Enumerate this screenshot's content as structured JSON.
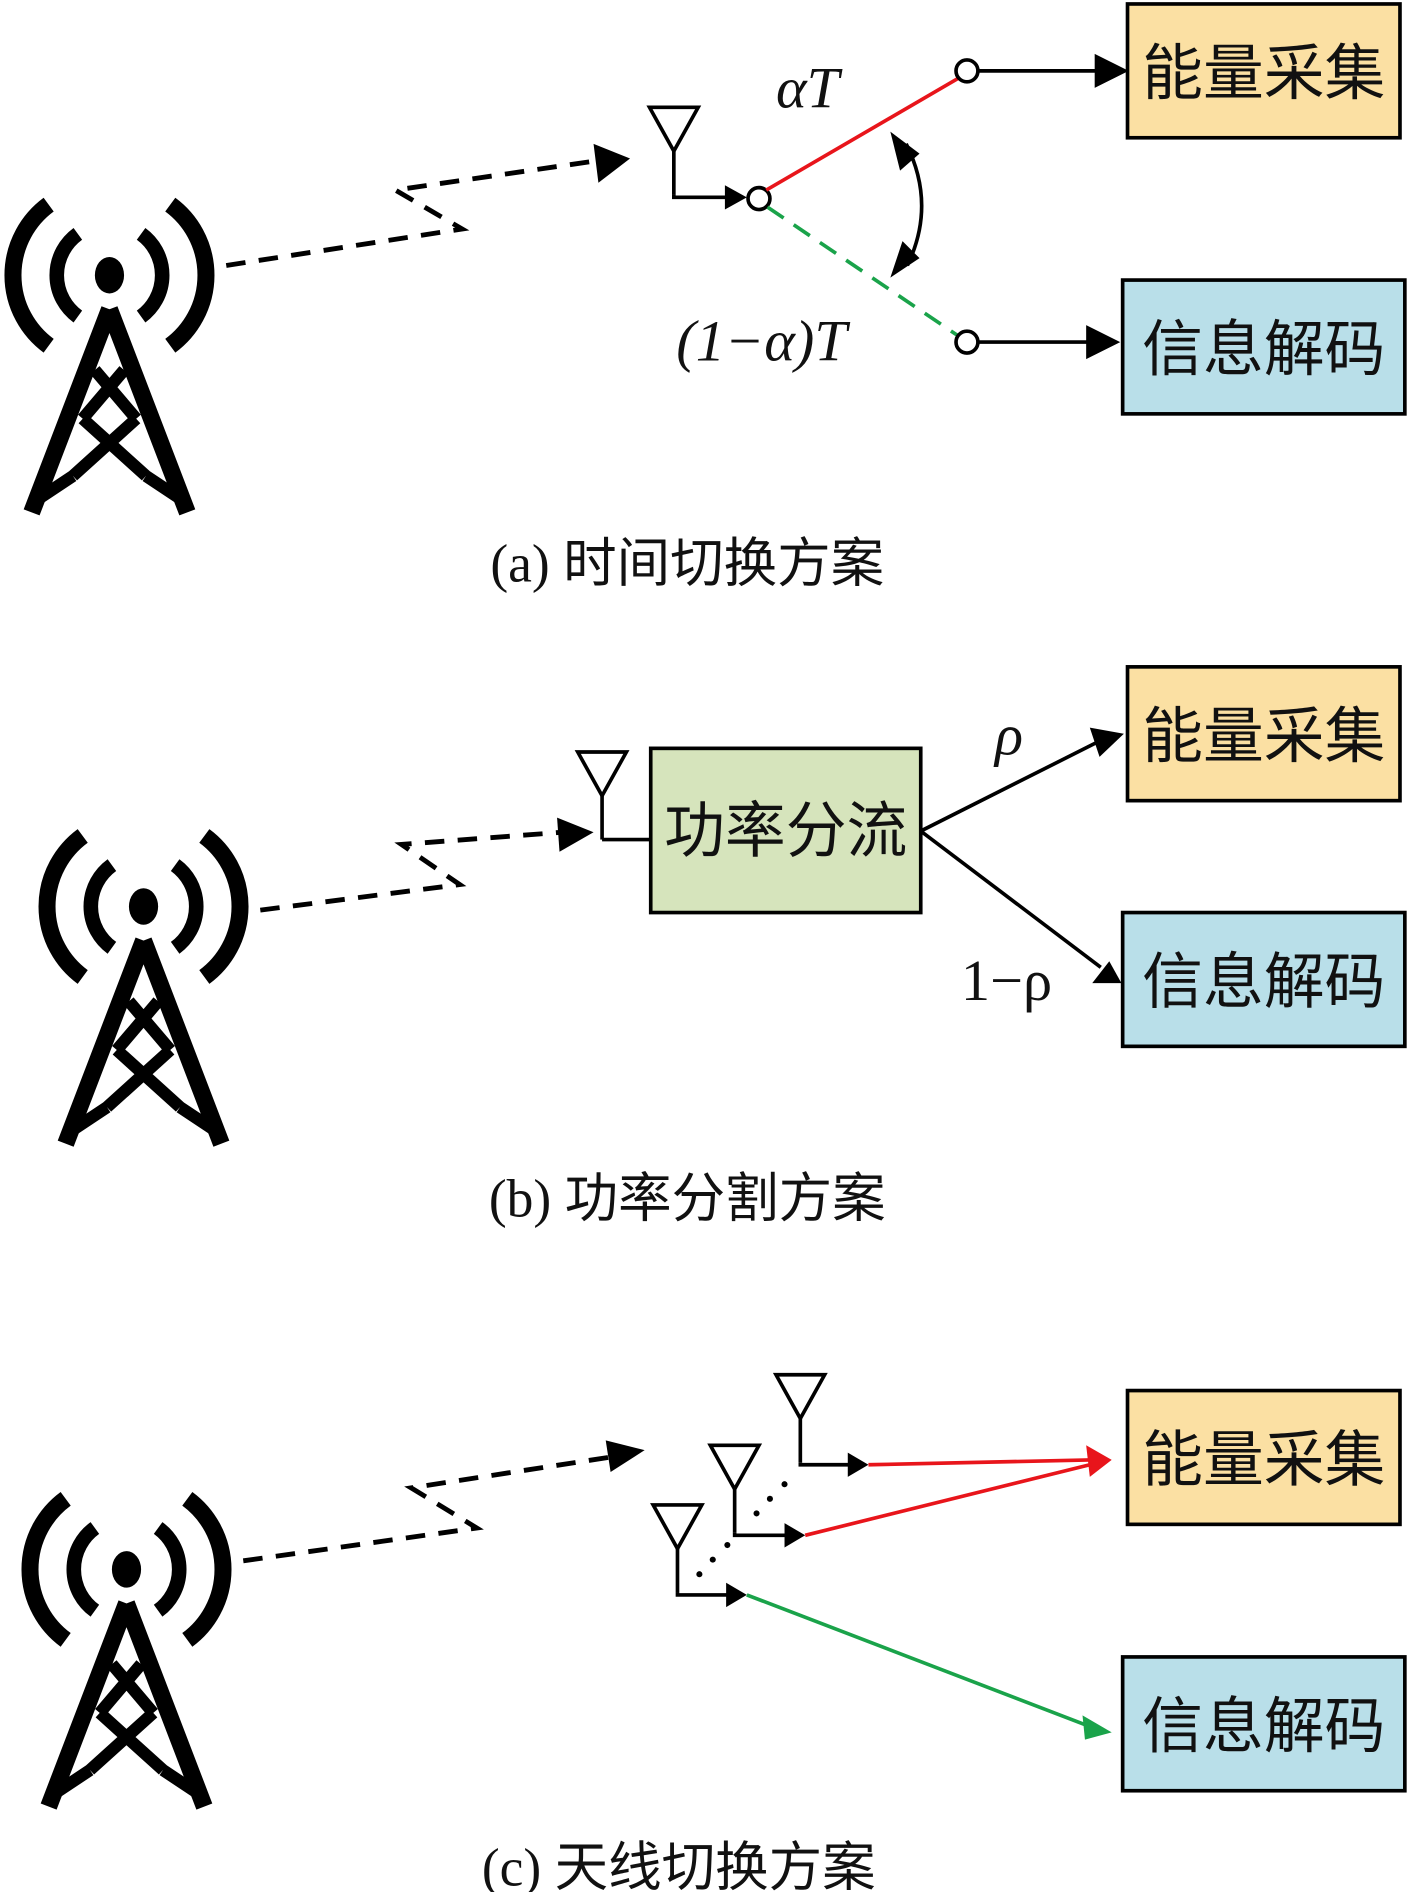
{
  "colors": {
    "energy_box": "#fbe0a3",
    "info_box": "#b9dfe9",
    "splitter_box": "#d6e4bc",
    "red_line": "#e8151b",
    "green_line": "#1aa34a",
    "stroke": "#000000"
  },
  "panel_a": {
    "caption": "(a) 时间切换方案",
    "energy_label": "能量采集",
    "info_label": "信息解码",
    "alpha_label": "αT",
    "one_minus_alpha_label": "(1−α)T"
  },
  "panel_b": {
    "caption": "(b) 功率分割方案",
    "splitter_label": "功率分流",
    "energy_label": "能量采集",
    "info_label": "信息解码",
    "rho_label": "ρ",
    "one_minus_rho_label": "1−ρ"
  },
  "panel_c": {
    "caption": "(c) 天线切换方案",
    "energy_label": "能量采集",
    "info_label": "信息解码"
  },
  "icons": [
    "base-station-tower-icon",
    "antenna-icon",
    "wireless-signal-arrow-icon"
  ]
}
